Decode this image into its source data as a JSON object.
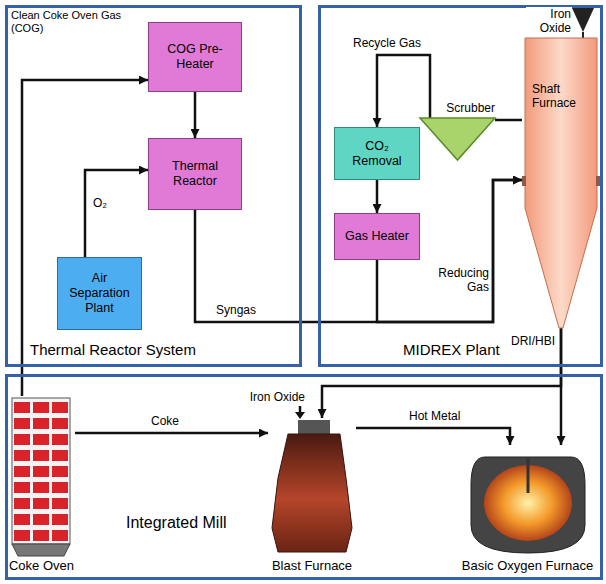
{
  "diagram": {
    "nodes": [
      {
        "text": [
          "Thermal Reactor System"
        ]
      },
      {
        "text": [
          "COG Pre-Heater"
        ],
        "in": 0
      },
      {
        "text": [
          "Thermal Reactor"
        ],
        "in": 0
      },
      {
        "text": [
          "Air Separation Plant"
        ],
        "in": 0
      },
      {
        "text": [
          "MIDREX Plant"
        ]
      },
      {
        "text": [
          "CO₂ Removal"
        ],
        "in": 4
      },
      {
        "text": [
          "Gas Heater"
        ],
        "in": 4
      },
      {
        "text": [
          "Scrubber"
        ],
        "in": 4
      },
      {
        "text": [
          "Shaft Furnace"
        ],
        "in": 4
      },
      {
        "text": [
          "Integrated Mill"
        ]
      },
      {
        "text": [
          "Coke Oven"
        ],
        "in": 9
      },
      {
        "text": [
          "Blast Furnace"
        ],
        "in": 9
      },
      {
        "text": [
          "Basic Oxygen Furnace"
        ],
        "in": 9
      }
    ],
    "edges": [
      {
        "from": 10,
        "to": 1,
        "arrow": "to",
        "label": "Clean Coke Oven Gas (COG)"
      },
      {
        "from": 1,
        "to": 2,
        "arrow": "to"
      },
      {
        "from": 3,
        "to": 2,
        "arrow": "to",
        "label": "O₂"
      },
      {
        "from": 2,
        "to": 8,
        "arrow": "to",
        "label": "Syngas"
      },
      {
        "from": 8,
        "to": 7,
        "arrow": "none"
      },
      {
        "from": 7,
        "to": 5,
        "arrow": "to",
        "label": "Recycle Gas"
      },
      {
        "from": 5,
        "to": 6,
        "arrow": "to"
      },
      {
        "from": 6,
        "to": 8,
        "arrow": "to",
        "label": "Reducing Gas"
      },
      {
        "from": 8,
        "to": 12,
        "arrow": "to",
        "label": "DRI/HBI"
      },
      {
        "from": 8,
        "to": 11,
        "arrow": "to"
      },
      {
        "from": 10,
        "to": 11,
        "arrow": "to",
        "label": "Coke"
      },
      {
        "from": 11,
        "to": 12,
        "arrow": "to",
        "label": "Hot Metal"
      }
    ],
    "labels": [
      "Iron Oxide",
      "Iron Oxide"
    ]
  }
}
